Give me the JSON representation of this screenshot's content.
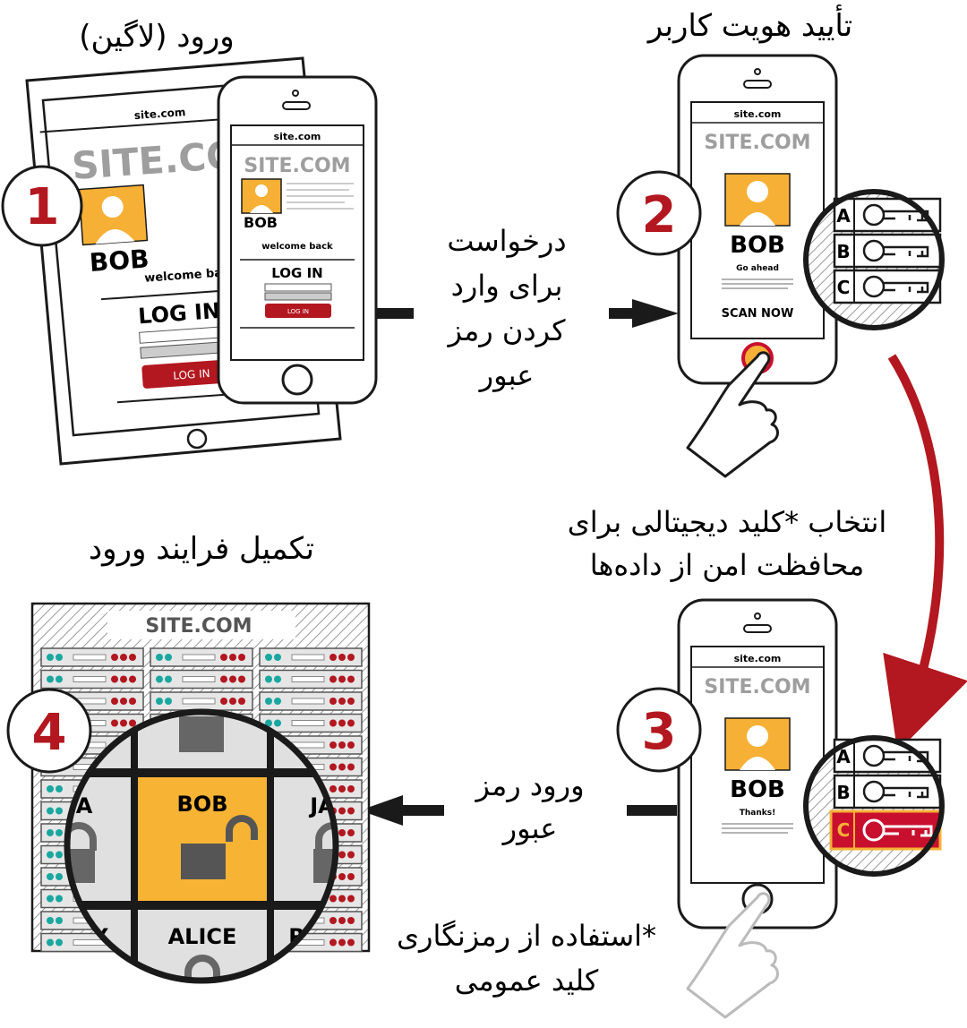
{
  "colors": {
    "accent_red": "#b3171f",
    "lock_orange": "#f7b334",
    "avatar_orange": "#f6b035",
    "outline": "#1a1a1a",
    "highlight_red": "#c8102e"
  },
  "titles": {
    "login": "ورود (لاگین)",
    "verify": "تأیید هویت کاربر",
    "complete": "تکمیل فرایند ورود"
  },
  "steps": {
    "s1": "1",
    "s2": "2",
    "s3": "3",
    "s4": "4"
  },
  "arrow_texts": {
    "request": [
      "درخواست",
      "برای وارد",
      "کردن رمز",
      "عبور"
    ],
    "select": [
      "انتخاب *کلید دیجیتالی برای",
      "محافظت امن از داده‌ها"
    ],
    "enter_password": [
      "ورود رمز",
      "عبور"
    ],
    "footnote": [
      "*استفاده از رمزنگاری",
      "کلید عمومی"
    ]
  },
  "tablet": {
    "url": "site.com",
    "site": "SITE.COM",
    "user": "BOB",
    "welcome": "welcome back",
    "login_heading": "LOG IN",
    "login_button": "LOG IN"
  },
  "phone1": {
    "url": "site.com",
    "site": "SITE.COM",
    "user": "BOB",
    "welcome": "welcome back",
    "login_heading": "LOG IN",
    "login_button": "LOG IN"
  },
  "phone2": {
    "url": "site.com",
    "site": "SITE.COM",
    "user": "BOB",
    "status": "Go ahead",
    "action": "SCAN NOW"
  },
  "phone3": {
    "url": "site.com",
    "site": "SITE.COM",
    "user": "BOB",
    "status": "Thanks!"
  },
  "keys": [
    "A",
    "B",
    "C"
  ],
  "server": {
    "site": "SITE.COM",
    "vault_users": [
      "A",
      "BOB",
      "JA",
      "Y",
      "ALICE",
      "RI"
    ]
  }
}
